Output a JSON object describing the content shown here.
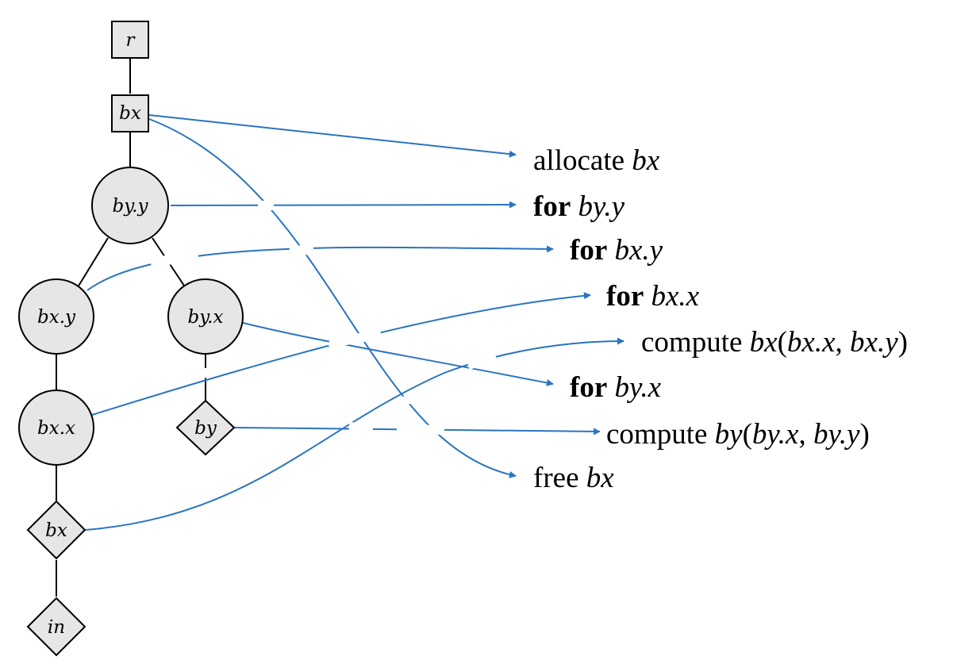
{
  "tree": {
    "nodes": [
      {
        "id": "r",
        "label": "r",
        "shape": "square"
      },
      {
        "id": "bx_root",
        "label": "bx",
        "shape": "square"
      },
      {
        "id": "by_y",
        "label": "by.y",
        "shape": "circle"
      },
      {
        "id": "bx_y",
        "label": "bx.y",
        "shape": "circle"
      },
      {
        "id": "by_x",
        "label": "by.x",
        "shape": "circle"
      },
      {
        "id": "bx_x",
        "label": "bx.x",
        "shape": "circle"
      },
      {
        "id": "by_leaf",
        "label": "by",
        "shape": "diamond"
      },
      {
        "id": "bx_leaf",
        "label": "bx",
        "shape": "diamond"
      },
      {
        "id": "in_leaf",
        "label": "in",
        "shape": "diamond"
      }
    ]
  },
  "code": {
    "lines": [
      [
        {
          "t": "allocate ",
          "s": ""
        },
        {
          "t": "bx",
          "s": "var"
        }
      ],
      [
        {
          "t": "for",
          "s": "kw"
        },
        {
          "t": " ",
          "s": ""
        },
        {
          "t": "by.y",
          "s": "var"
        }
      ],
      [
        {
          "t": "for",
          "s": "kw"
        },
        {
          "t": " ",
          "s": ""
        },
        {
          "t": "bx.y",
          "s": "var"
        }
      ],
      [
        {
          "t": "for",
          "s": "kw"
        },
        {
          "t": " ",
          "s": ""
        },
        {
          "t": "bx.x",
          "s": "var"
        }
      ],
      [
        {
          "t": "compute ",
          "s": ""
        },
        {
          "t": "bx",
          "s": "var"
        },
        {
          "t": "(",
          "s": ""
        },
        {
          "t": "bx.x",
          "s": "var"
        },
        {
          "t": ", ",
          "s": ""
        },
        {
          "t": "bx.y",
          "s": "var"
        },
        {
          "t": ")",
          "s": ""
        }
      ],
      [
        {
          "t": "for",
          "s": "kw"
        },
        {
          "t": " ",
          "s": ""
        },
        {
          "t": "by.x",
          "s": "var"
        }
      ],
      [
        {
          "t": "compute ",
          "s": ""
        },
        {
          "t": "by",
          "s": "var"
        },
        {
          "t": "(",
          "s": ""
        },
        {
          "t": "by.x",
          "s": "var"
        },
        {
          "t": ", ",
          "s": ""
        },
        {
          "t": "by.y",
          "s": "var"
        },
        {
          "t": ")",
          "s": ""
        }
      ],
      [
        {
          "t": "free ",
          "s": ""
        },
        {
          "t": "bx",
          "s": "var"
        }
      ]
    ]
  },
  "colors": {
    "arrow": "#2a74c0",
    "node_fill": "#e6e6e6"
  }
}
